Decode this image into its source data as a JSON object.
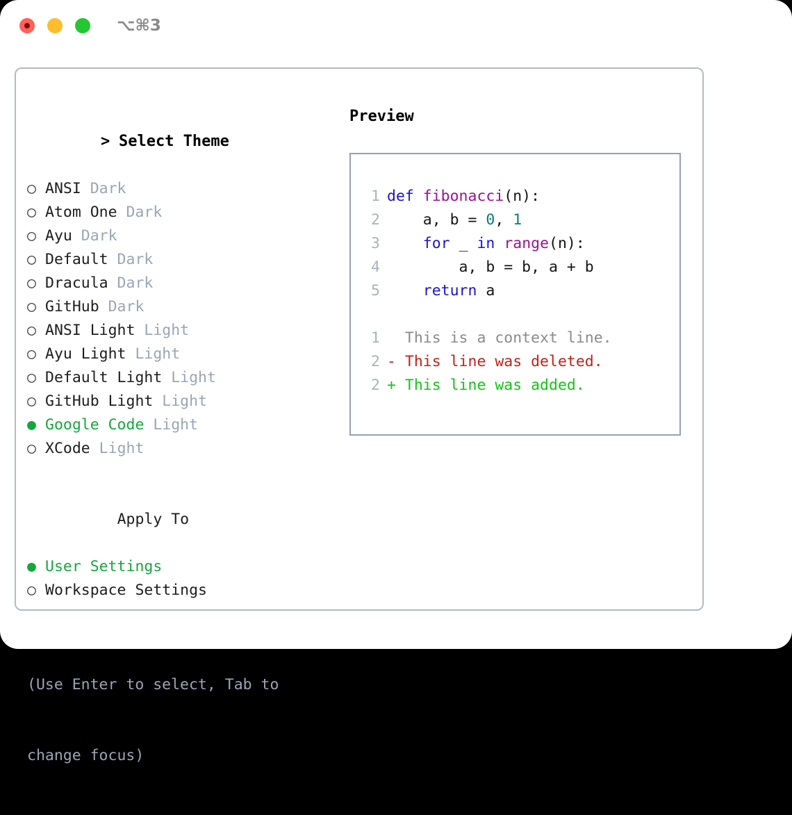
{
  "titlebar": {
    "shortcut": "⌥⌘3",
    "buttons": [
      {
        "name": "close",
        "color": "#ff6058"
      },
      {
        "name": "minimize",
        "color": "#ffbd2e"
      },
      {
        "name": "zoom",
        "color": "#23c832"
      }
    ]
  },
  "theme_picker": {
    "header_marker": ">",
    "header": "Select Theme",
    "selected_marker": "●",
    "unselected_marker": "○",
    "items": [
      {
        "marker": "○",
        "name": "ANSI",
        "variant": "Dark",
        "selected": false
      },
      {
        "marker": "○",
        "name": "Atom One",
        "variant": "Dark",
        "selected": false
      },
      {
        "marker": "○",
        "name": "Ayu",
        "variant": "Dark",
        "selected": false
      },
      {
        "marker": "○",
        "name": "Default",
        "variant": "Dark",
        "selected": false
      },
      {
        "marker": "○",
        "name": "Dracula",
        "variant": "Dark",
        "selected": false
      },
      {
        "marker": "○",
        "name": "GitHub",
        "variant": "Dark",
        "selected": false
      },
      {
        "marker": "○",
        "name": "ANSI Light",
        "variant": "Light",
        "selected": false
      },
      {
        "marker": "○",
        "name": "Ayu Light",
        "variant": "Light",
        "selected": false
      },
      {
        "marker": "○",
        "name": "Default Light",
        "variant": "Light",
        "selected": false
      },
      {
        "marker": "○",
        "name": "GitHub Light",
        "variant": "Light",
        "selected": false
      },
      {
        "marker": "●",
        "name": "Google Code",
        "variant": "Light",
        "selected": true
      },
      {
        "marker": "○",
        "name": "XCode",
        "variant": "Light",
        "selected": false
      }
    ]
  },
  "apply_to": {
    "label": "Apply To",
    "items": [
      {
        "marker": "●",
        "name": "User Settings",
        "selected": true
      },
      {
        "marker": "○",
        "name": "Workspace Settings",
        "selected": false
      }
    ]
  },
  "hint": {
    "line1": "(Use Enter to select, Tab to",
    "line2": "change focus)"
  },
  "preview": {
    "title": "Preview",
    "code_lines": [
      {
        "num": "1",
        "tokens": [
          {
            "t": "def ",
            "c": "kw"
          },
          {
            "t": "fibonacci",
            "c": "fn"
          },
          {
            "t": "(n):",
            "c": "plain"
          }
        ]
      },
      {
        "num": "2",
        "tokens": [
          {
            "t": "    a, b = ",
            "c": "plain"
          },
          {
            "t": "0",
            "c": "num"
          },
          {
            "t": ", ",
            "c": "plain"
          },
          {
            "t": "1",
            "c": "num"
          }
        ]
      },
      {
        "num": "3",
        "tokens": [
          {
            "t": "    ",
            "c": "plain"
          },
          {
            "t": "for",
            "c": "kw"
          },
          {
            "t": " _ ",
            "c": "plain"
          },
          {
            "t": "in",
            "c": "kw"
          },
          {
            "t": " ",
            "c": "plain"
          },
          {
            "t": "range",
            "c": "fn"
          },
          {
            "t": "(n):",
            "c": "plain"
          }
        ]
      },
      {
        "num": "4",
        "tokens": [
          {
            "t": "        a, b = b, a + b",
            "c": "plain"
          }
        ]
      },
      {
        "num": "5",
        "tokens": [
          {
            "t": "    ",
            "c": "plain"
          },
          {
            "t": "return",
            "c": "kw"
          },
          {
            "t": " a",
            "c": "plain"
          }
        ]
      }
    ],
    "diff_lines": [
      {
        "num": "1",
        "tokens": [
          {
            "t": "  This is a context line.",
            "c": "ctx"
          }
        ]
      },
      {
        "num": "2",
        "tokens": [
          {
            "t": "- This line was deleted.",
            "c": "del"
          }
        ]
      },
      {
        "num": "2",
        "tokens": [
          {
            "t": "+ This line was added.",
            "c": "add"
          }
        ]
      }
    ]
  },
  "colors": {
    "accent_green": "#14a83c",
    "muted": "#9aa5b5",
    "panel_border": "#b2bac6",
    "code_border": "#93a1b1",
    "keyword": "#1a14d2",
    "function": "#9c1192",
    "number": "#0d7b7b",
    "diff_deleted": "#c41f16",
    "diff_added": "#14c414",
    "diff_context": "#8a8a8a",
    "line_number": "#a9b2bf"
  }
}
